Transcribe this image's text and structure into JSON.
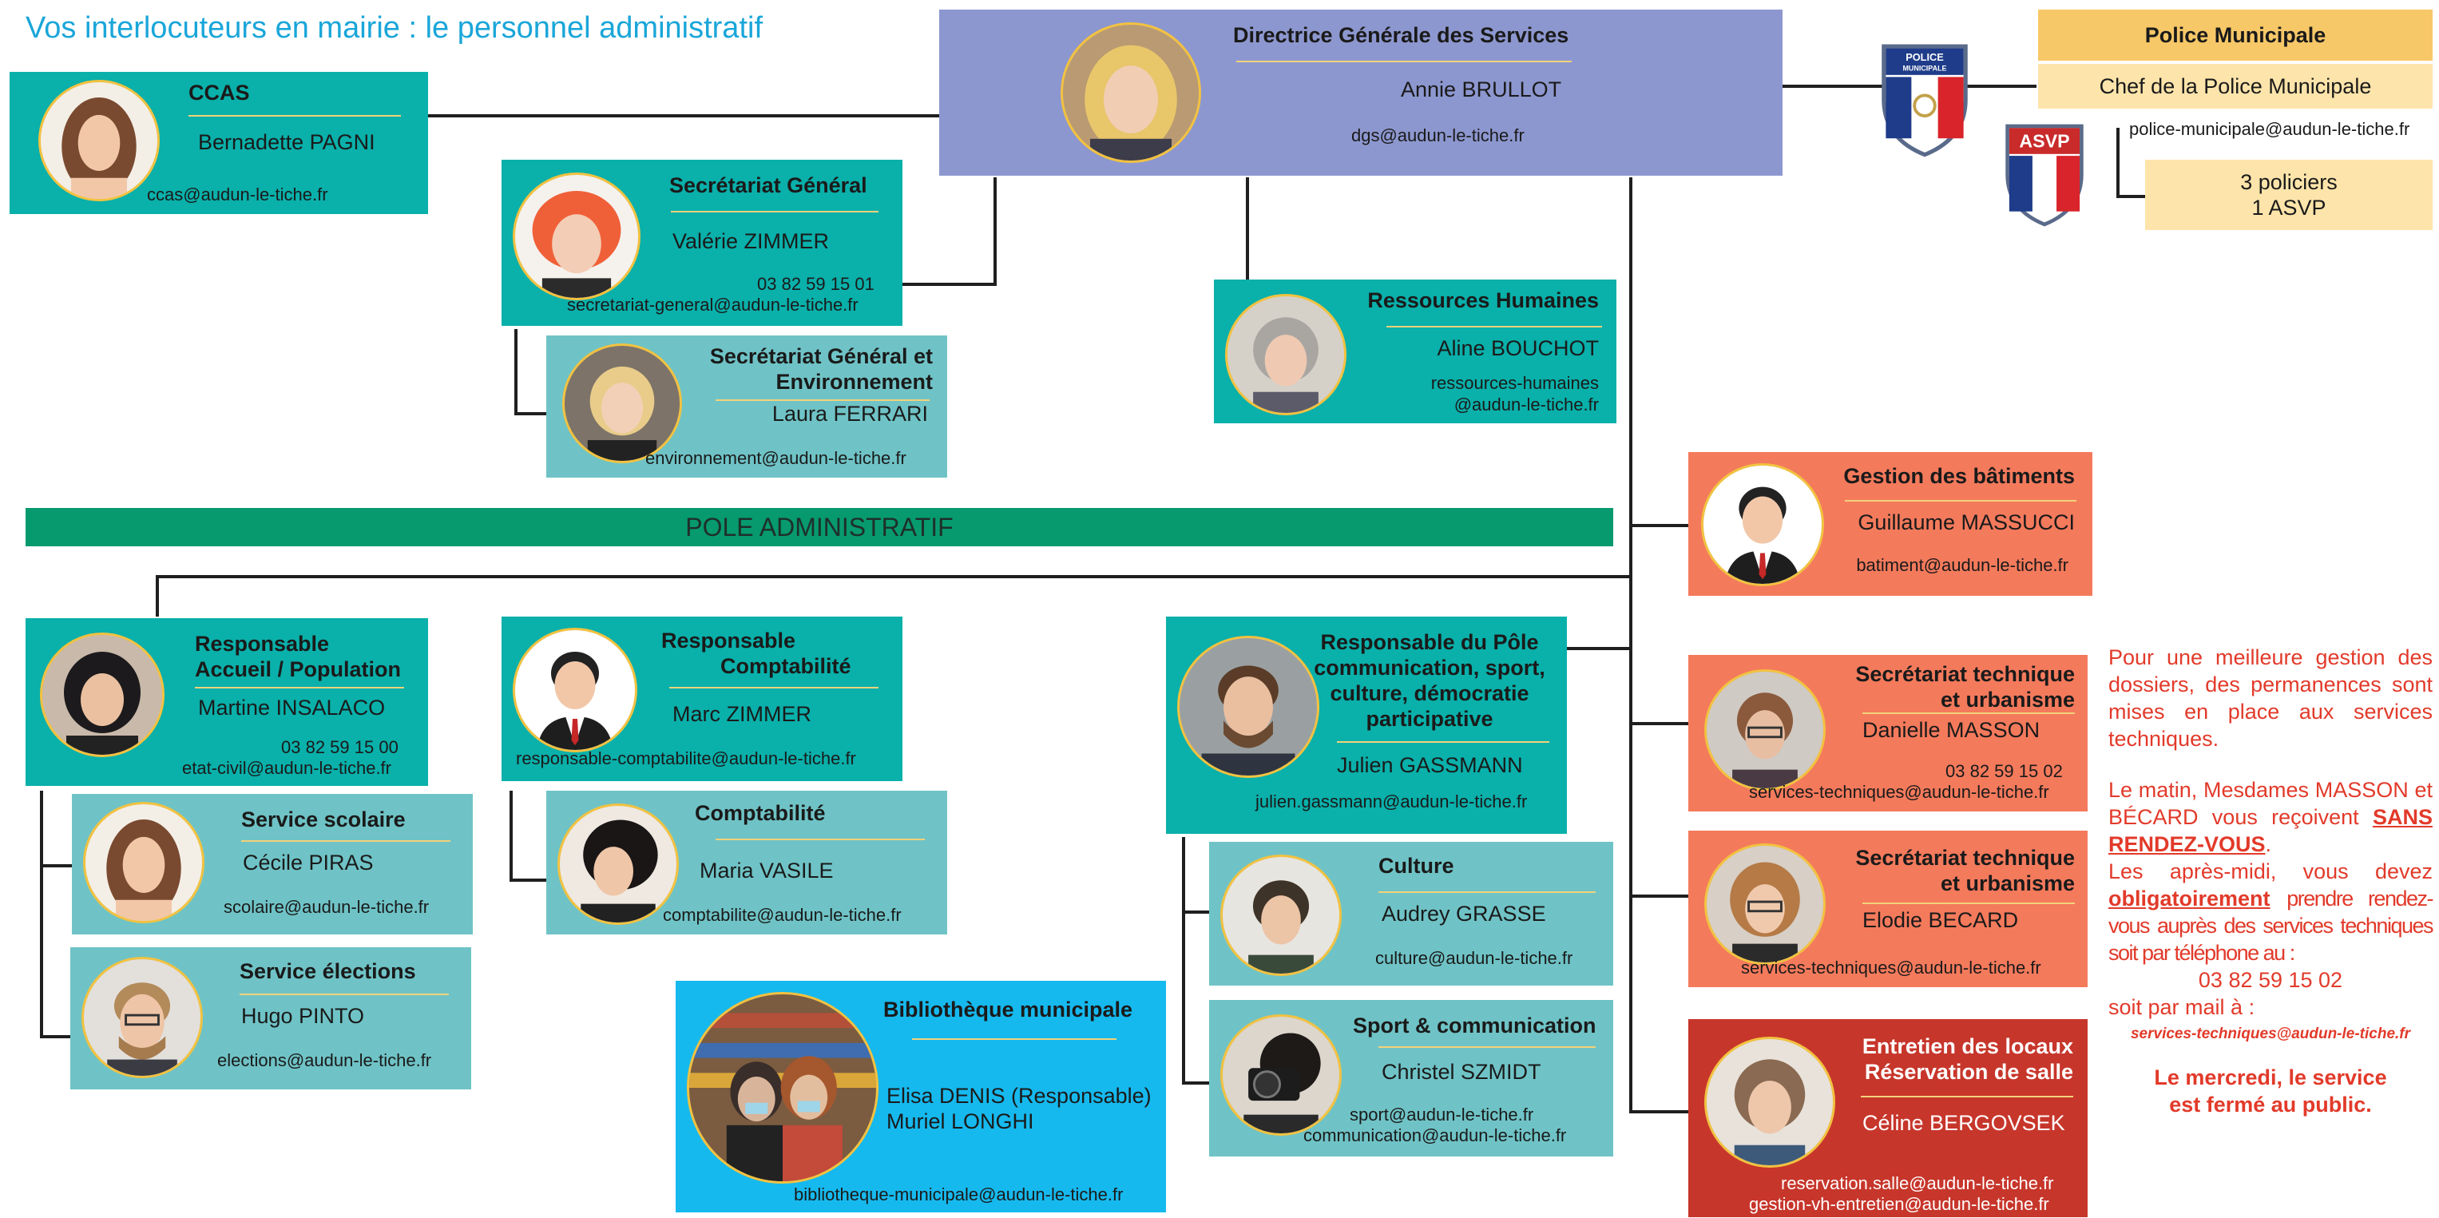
{
  "page": {
    "title": "Vos interlocuteurs en mairie : le personnel administratif"
  },
  "pole": {
    "label": "POLE ADMINISTRATIF"
  },
  "dgs": {
    "title": "Directrice Générale des Services",
    "name": "Annie BRULLOT",
    "email": "dgs@audun-le-tiche.fr"
  },
  "ccas": {
    "title": "CCAS",
    "name": "Bernadette PAGNI",
    "email": "ccas@audun-le-tiche.fr"
  },
  "secretariat": {
    "title": "Secrétariat Général",
    "name": "Valérie ZIMMER",
    "phone": "03 82 59 15 01",
    "email": "secretariat-general@audun-le-tiche.fr"
  },
  "environnement": {
    "title_line1": "Secrétariat Général et",
    "title_line2": "Environnement",
    "name": "Laura FERRARI",
    "email": "environnement@audun-le-tiche.fr"
  },
  "rh": {
    "title": "Ressources Humaines",
    "name": "Aline BOUCHOT",
    "email_line1": "ressources-humaines",
    "email_line2": "@audun-le-tiche.fr"
  },
  "police": {
    "title": "Police Municipale",
    "chief": "Chef de la Police Municipale",
    "email": "police-municipale@audun-le-tiche.fr",
    "staff_line1": "3 policiers",
    "staff_line2": "1 ASVP",
    "badge1_text": "POLICE MUNICIPALE",
    "badge2_text": "ASVP"
  },
  "batiments": {
    "title": "Gestion des bâtiments",
    "name": "Guillaume MASSUCCI",
    "email": "batiment@audun-le-tiche.fr"
  },
  "accueil": {
    "title_line1": "Responsable",
    "title_line2": "Accueil / Population",
    "name": "Martine INSALACO",
    "phone": "03 82 59 15 00",
    "email": "etat-civil@audun-le-tiche.fr"
  },
  "scolaire": {
    "title": "Service scolaire",
    "name": "Cécile PIRAS",
    "email": "scolaire@audun-le-tiche.fr"
  },
  "elections": {
    "title": "Service élections",
    "name": "Hugo PINTO",
    "email": "elections@audun-le-tiche.fr"
  },
  "resp_compta": {
    "title_line1": "Responsable",
    "title_line2": "Comptabilité",
    "name": "Marc ZIMMER",
    "email": "responsable-comptabilite@audun-le-tiche.fr"
  },
  "compta": {
    "title": "Comptabilité",
    "name": "Maria VASILE",
    "email": "comptabilite@audun-le-tiche.fr"
  },
  "bibliotheque": {
    "title": "Bibliothèque municipale",
    "name1": "Elisa DENIS (Responsable)",
    "name2": "Muriel LONGHI",
    "email": "bibliotheque-municipale@audun-le-tiche.fr"
  },
  "pole_com": {
    "title_line1": "Responsable du Pôle",
    "title_line2": "communication, sport,",
    "title_line3": "culture, démocratie",
    "title_line4": "participative",
    "name": "Julien GASSMANN",
    "email": "julien.gassmann@audun-le-tiche.fr"
  },
  "culture": {
    "title": "Culture",
    "name": "Audrey GRASSE",
    "email": "culture@audun-le-tiche.fr"
  },
  "sport": {
    "title": "Sport & communication",
    "name": "Christel SZMIDT",
    "email1": "sport@audun-le-tiche.fr",
    "email2": "communication@audun-le-tiche.fr"
  },
  "tech1": {
    "title_line1": "Secrétariat technique",
    "title_line2": "et urbanisme",
    "name": "Danielle MASSON",
    "phone": "03 82 59 15 02",
    "email": "services-techniques@audun-le-tiche.fr"
  },
  "tech2": {
    "title_line1": "Secrétariat technique",
    "title_line2": "et urbanisme",
    "name": "Elodie BECARD",
    "email": "services-techniques@audun-le-tiche.fr"
  },
  "entretien": {
    "title_line1": "Entretien des locaux",
    "title_line2": "Réservation de salle",
    "name": "Céline BERGOVSEK",
    "email1": "reservation.salle@audun-le-tiche.fr",
    "email2": "gestion-vh-entretien@audun-le-tiche.fr"
  },
  "info": {
    "p1": "Pour une meilleure gestion des dossiers, des permanences sont mises en place aux services techniques.",
    "p2_a": "Le matin, Mesdames MASSON et BÉCARD vous reçoivent",
    "p2_b": "SANS RENDEZ-VOUS",
    "p2_c": ".",
    "p3_a": "Les après-midi, vous devez",
    "p3_b": "obligatoirement",
    "p3_c": "prendre rendez-vous auprès des services techniques soit par téléphone au :",
    "phone": "03 82 59 15 02",
    "mail_intro": "soit par mail à :",
    "mail": "services-techniques@audun-le-tiche.fr",
    "closed": "Le mercredi, le service est fermé au public."
  },
  "colors": {
    "teal": "#0ab0aa",
    "light_teal": "#6fc3c6",
    "salmon": "#f47a5c",
    "red": "#c7362b",
    "purple": "#8d97cf",
    "sky": "#16b9ee",
    "green_band": "#079a6e",
    "gold": "#f7c868",
    "title_blue": "#1aa6d9",
    "info_red": "#e23a2a"
  }
}
